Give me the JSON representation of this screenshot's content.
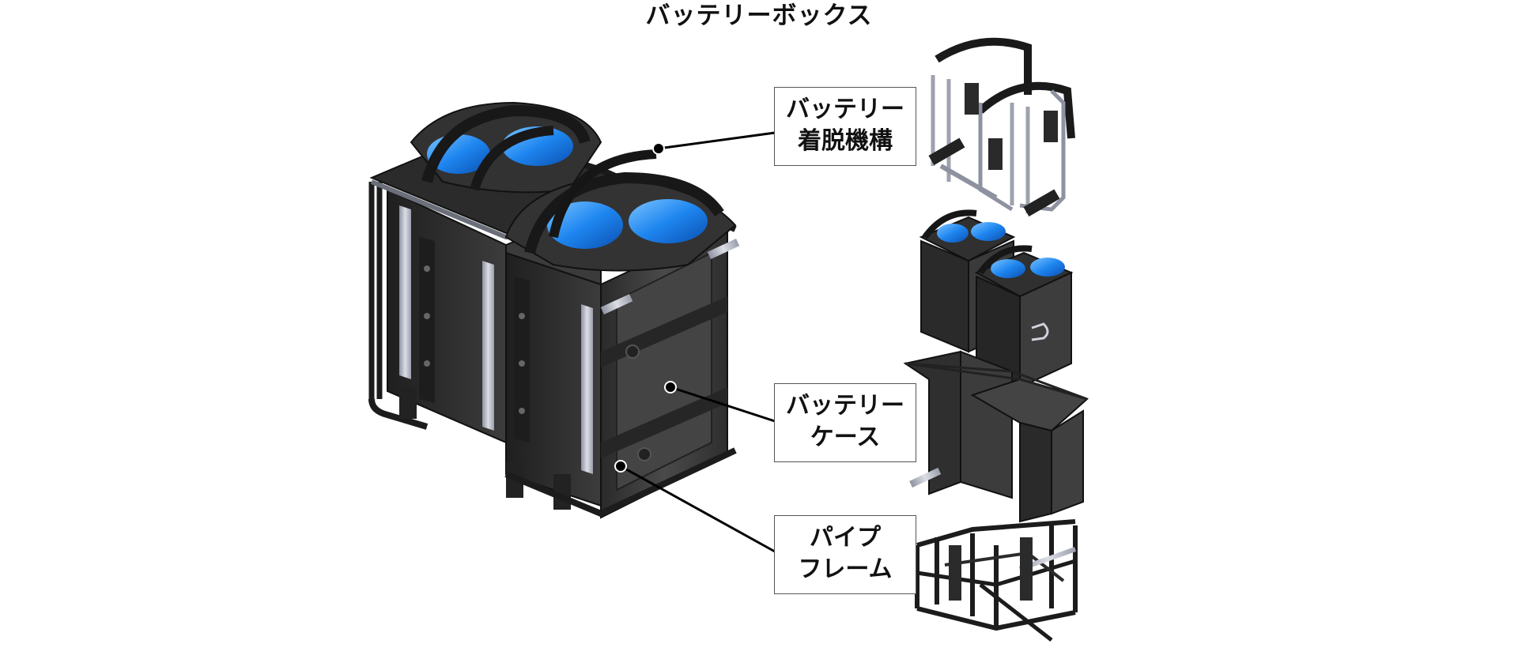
{
  "title": "バッテリーボックス",
  "labels": {
    "attach": {
      "line1": "バッテリー",
      "line2": "着脱機構"
    },
    "case": {
      "line1": "バッテリー",
      "line2": "ケース"
    },
    "frame": {
      "line1": "パイプ",
      "line2": "フレーム"
    }
  },
  "colors": {
    "accent_blue": "#1e86f0",
    "body_dark": "#3a3a3a",
    "frame_black": "#1c1c1c",
    "metal_silver": "#b9bcc6"
  }
}
